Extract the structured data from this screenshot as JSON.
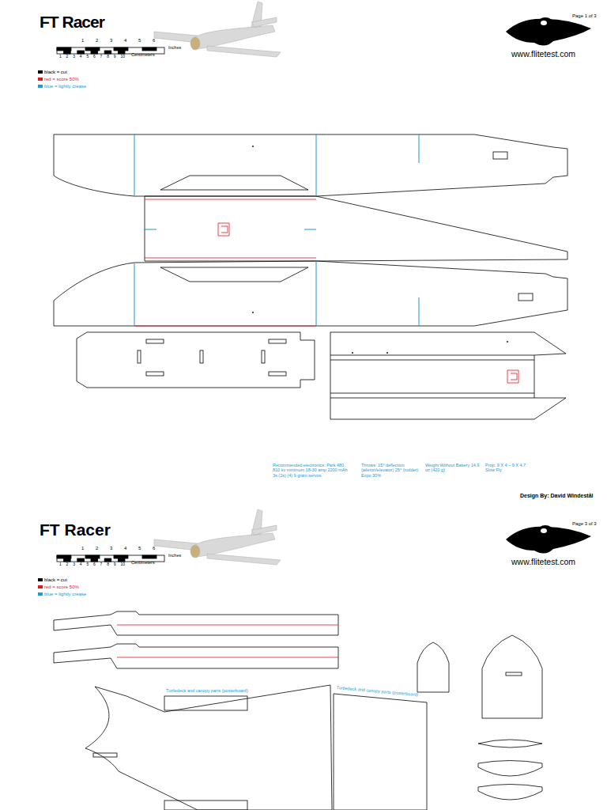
{
  "diagram": {
    "title": "FT Racer",
    "labels": [
      "FT Racer",
      "1",
      "2",
      "3",
      "4",
      "5",
      "6",
      "Inches",
      "1",
      "2",
      "3",
      "4",
      "5",
      "6",
      "7",
      "8",
      "9",
      "10",
      "Centimeters",
      "Page 1 of 3",
      "www.flitetest.com",
      "Recommended electronics: Park 480, 810 kv minimum 18-30 amp 2200 mAh 3s (2s) (4) 9 gram servos",
      "Throws: 15° deflection (aileron/elevator) 25° (rudder) Expo 30%",
      "Weight Without Battery 14.9 oz (420 g)",
      "Prop: 9 X 4 – 9 X 4.7 Slow Fly",
      "Design By: David Windestål",
      "1",
      "2",
      "3",
      "4",
      "5",
      "6",
      "Inches",
      "1",
      "2",
      "3",
      "4",
      "5",
      "6",
      "7",
      "8",
      "9",
      "10",
      "Centimeters",
      "Page 3 of 3",
      "www.flitetest.com",
      "Turtledeck and canopy parts (posterboard)",
      "Turtledeck and canopy parts (posterboard)"
    ],
    "legend": [
      {
        "text": "black = cut",
        "color": "#000000"
      },
      {
        "text": "red = score 50%",
        "color": "#e8141c"
      },
      {
        "text": "blue = lightly crease",
        "color": "#1a9ad6"
      },
      {
        "text": "black = cut",
        "color": "#000000"
      },
      {
        "text": "red = score 50%",
        "color": "#e8141c"
      },
      {
        "text": "blue = lightly crease",
        "color": "#1a9ad6"
      }
    ]
  }
}
